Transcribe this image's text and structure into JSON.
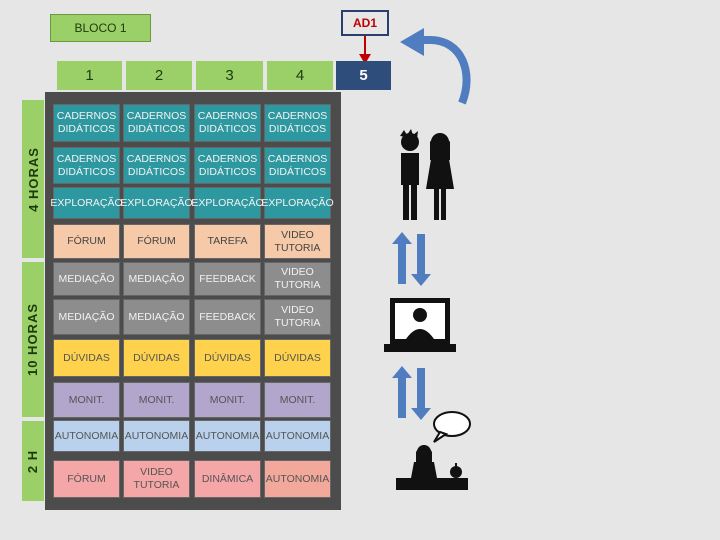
{
  "block_label": "BLOCO 1",
  "ad_label": "AD1",
  "columns": [
    "1",
    "2",
    "3",
    "4",
    "5"
  ],
  "side_labels": {
    "four_hours": "4 HORAS",
    "ten_hours": "10 HORAS",
    "two_hours": "2 H"
  },
  "rows": [
    [
      "CADERNOS\nDIDÁTICOS",
      "CADERNOS\nDIDÁTICOS",
      "CADERNOS\nDIDÁTICOS",
      "CADERNOS\nDIDÁTICOS"
    ],
    [
      "CADERNOS\nDIDÁTICOS",
      "CADERNOS\nDIDÁTICOS",
      "CADERNOS\nDIDÁTICOS",
      "CADERNOS\nDIDÁTICOS"
    ],
    [
      "EXPLORAÇÃO",
      "EXPLORAÇÃO",
      "EXPLORAÇÃO",
      "EXPLORAÇÃO"
    ],
    [
      "FÓRUM",
      "FÓRUM",
      "TAREFA",
      "VIDEO\nTUTORIA"
    ],
    [
      "MEDIAÇÃO",
      "MEDIAÇÃO",
      "FEEDBACK",
      "VIDEO\nTUTORIA"
    ],
    [
      "MEDIAÇÃO",
      "MEDIAÇÃO",
      "FEEDBACK",
      "VIDEO\nTUTORIA"
    ],
    [
      "DÚVIDAS",
      "DÚVIDAS",
      "DÚVIDAS",
      "DÚVIDAS"
    ],
    [
      "MONIT.",
      "MONIT.",
      "MONIT.",
      "MONIT."
    ],
    [
      "AUTONOMIA",
      "AUTONOMIA",
      "AUTONOMIA",
      "AUTONOMIA"
    ],
    [
      "FÓRUM",
      "VIDEO\nTUTORIA",
      "DINÂMICA",
      "AUTONOMIA"
    ]
  ],
  "cell_styles": [
    [
      "c-teal",
      "c-teal",
      "c-teal",
      "c-teal"
    ],
    [
      "c-teal",
      "c-teal",
      "c-teal",
      "c-teal"
    ],
    [
      "c-teal",
      "c-teal",
      "c-teal",
      "c-teal"
    ],
    [
      "c-peach",
      "c-peach",
      "c-peach",
      "c-peach"
    ],
    [
      "c-grey",
      "c-grey",
      "c-grey",
      "c-grey"
    ],
    [
      "c-grey",
      "c-grey",
      "c-grey",
      "c-grey"
    ],
    [
      "c-yellow",
      "c-yellow",
      "c-yellow",
      "c-yellow"
    ],
    [
      "c-purple",
      "c-purple",
      "c-purple",
      "c-purple"
    ],
    [
      "c-blue",
      "c-blue",
      "c-blue",
      "c-blue"
    ],
    [
      "c-pink",
      "c-pink",
      "c-pink",
      "c-salmon"
    ]
  ],
  "icons": [
    "students-icon",
    "arrows-updown-icon",
    "teacher-computer-icon",
    "arrows-updown-icon",
    "teacher-desk-icon",
    "curved-arrow-icon"
  ],
  "colors": {
    "green": "#9bd069",
    "teal": "#2e98a0",
    "navy": "#2e4d7a",
    "arrow_blue": "#4f7dc0",
    "red": "#c00000"
  }
}
